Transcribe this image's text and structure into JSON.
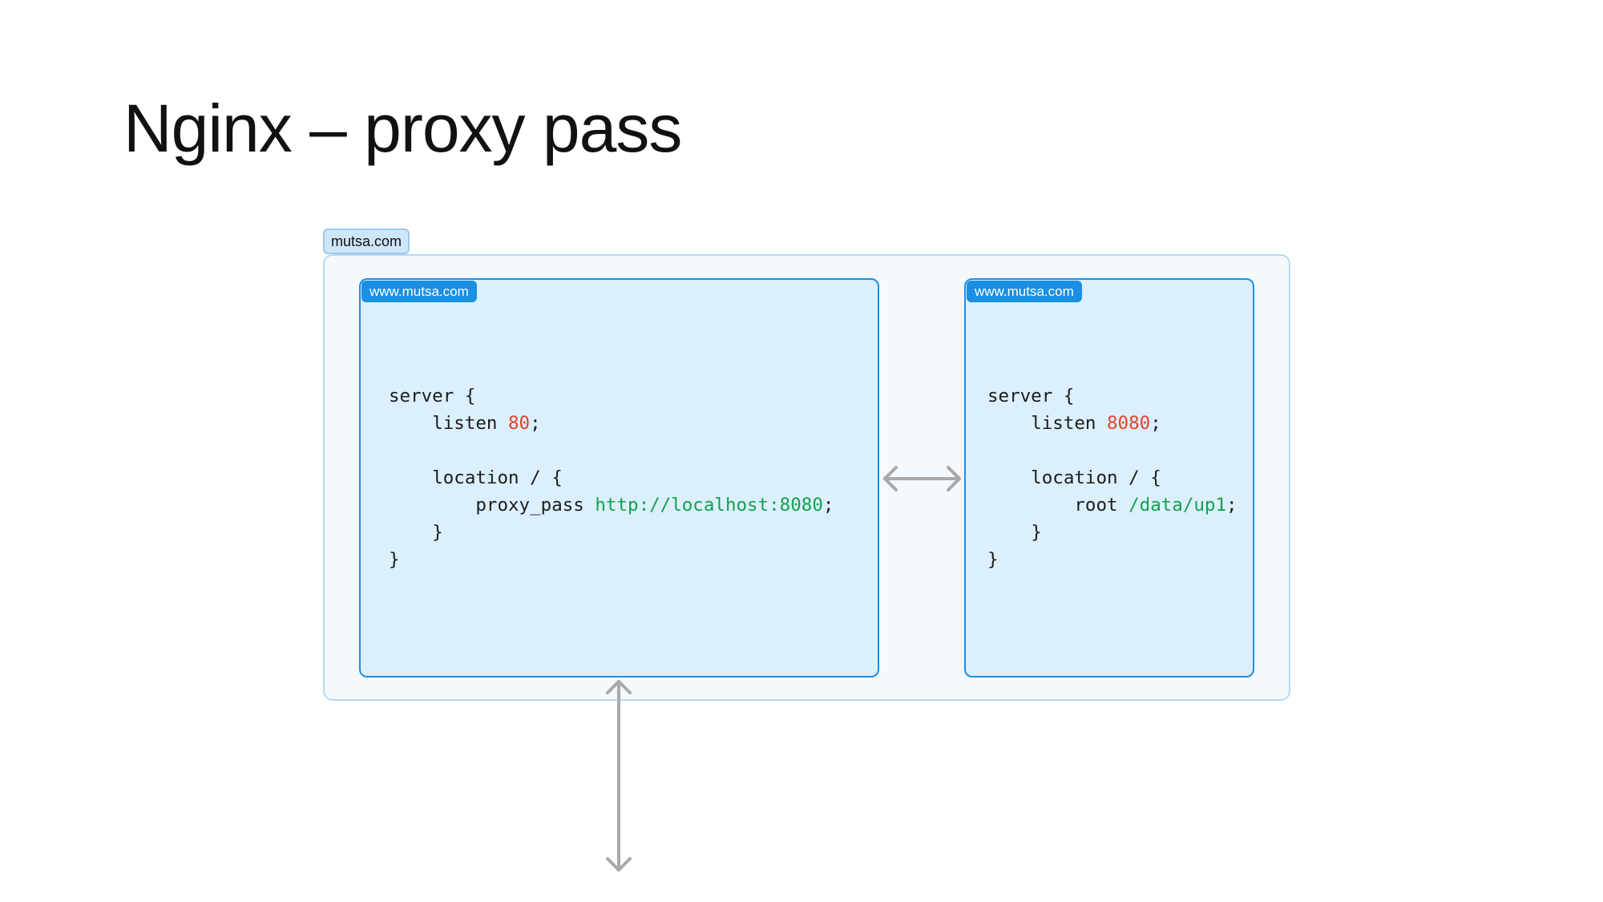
{
  "slide": {
    "title": "Nginx – proxy pass"
  },
  "diagram": {
    "outer_domain": "mutsa.com",
    "left_server": {
      "host": "www.mutsa.com",
      "code": {
        "server_open": "server {",
        "listen_kw": "listen ",
        "listen_port": "80",
        "listen_end": ";",
        "location_open": "location / {",
        "directive": "proxy_pass ",
        "directive_value": "http://localhost:8080",
        "directive_end": ";",
        "location_close": "}",
        "server_close": "}"
      }
    },
    "right_server": {
      "host": "www.mutsa.com",
      "code": {
        "server_open": "server {",
        "listen_kw": "listen ",
        "listen_port": "8080",
        "listen_end": ";",
        "location_open": "location / {",
        "directive": "root ",
        "directive_value": "/data/up1",
        "directive_end": ";",
        "location_close": "}",
        "server_close": "}"
      }
    },
    "colors": {
      "number": "#e4422b",
      "string": "#12a24d",
      "accent": "#1a8fe3",
      "arrow": "#a9a9a9"
    }
  }
}
